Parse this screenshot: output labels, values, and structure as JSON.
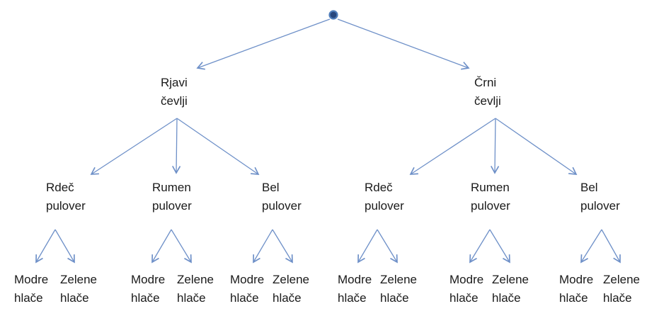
{
  "diagram": {
    "type": "tree",
    "description": "Combinatorics tree: shoes to sweaters to pants",
    "root_symbol": "dot",
    "colors": {
      "arrow": "#6e90c8",
      "root_dot_fill": "#27477e",
      "root_dot_ring": "#4f7dba",
      "text": "#1a1a1a",
      "background": "#ffffff"
    },
    "nodes": {
      "shoes": [
        {
          "line1": "Rjavi",
          "line2": "čevlji"
        },
        {
          "line1": "Črni",
          "line2": "čevlji"
        }
      ],
      "sweaters": [
        {
          "line1": "Rdeč",
          "line2": "pulover"
        },
        {
          "line1": "Rumen",
          "line2": "pulover"
        },
        {
          "line1": "Bel",
          "line2": "pulover"
        },
        {
          "line1": "Rdeč",
          "line2": "pulover"
        },
        {
          "line1": "Rumen",
          "line2": "pulover"
        },
        {
          "line1": "Bel",
          "line2": "pulover"
        }
      ],
      "pants": [
        {
          "line1": "Modre",
          "line2": "hlače"
        },
        {
          "line1": "Zelene",
          "line2": "hlače"
        },
        {
          "line1": "Modre",
          "line2": "hlače"
        },
        {
          "line1": "Zelene",
          "line2": "hlače"
        },
        {
          "line1": "Modre",
          "line2": "hlače"
        },
        {
          "line1": "Zelene",
          "line2": "hlače"
        },
        {
          "line1": "Modre",
          "line2": "hlače"
        },
        {
          "line1": "Zelene",
          "line2": "hlače"
        },
        {
          "line1": "Modre",
          "line2": "hlače"
        },
        {
          "line1": "Zelene",
          "line2": "hlače"
        },
        {
          "line1": "Modre",
          "line2": "hlače"
        },
        {
          "line1": "Zelene",
          "line2": "hlače"
        }
      ]
    }
  }
}
